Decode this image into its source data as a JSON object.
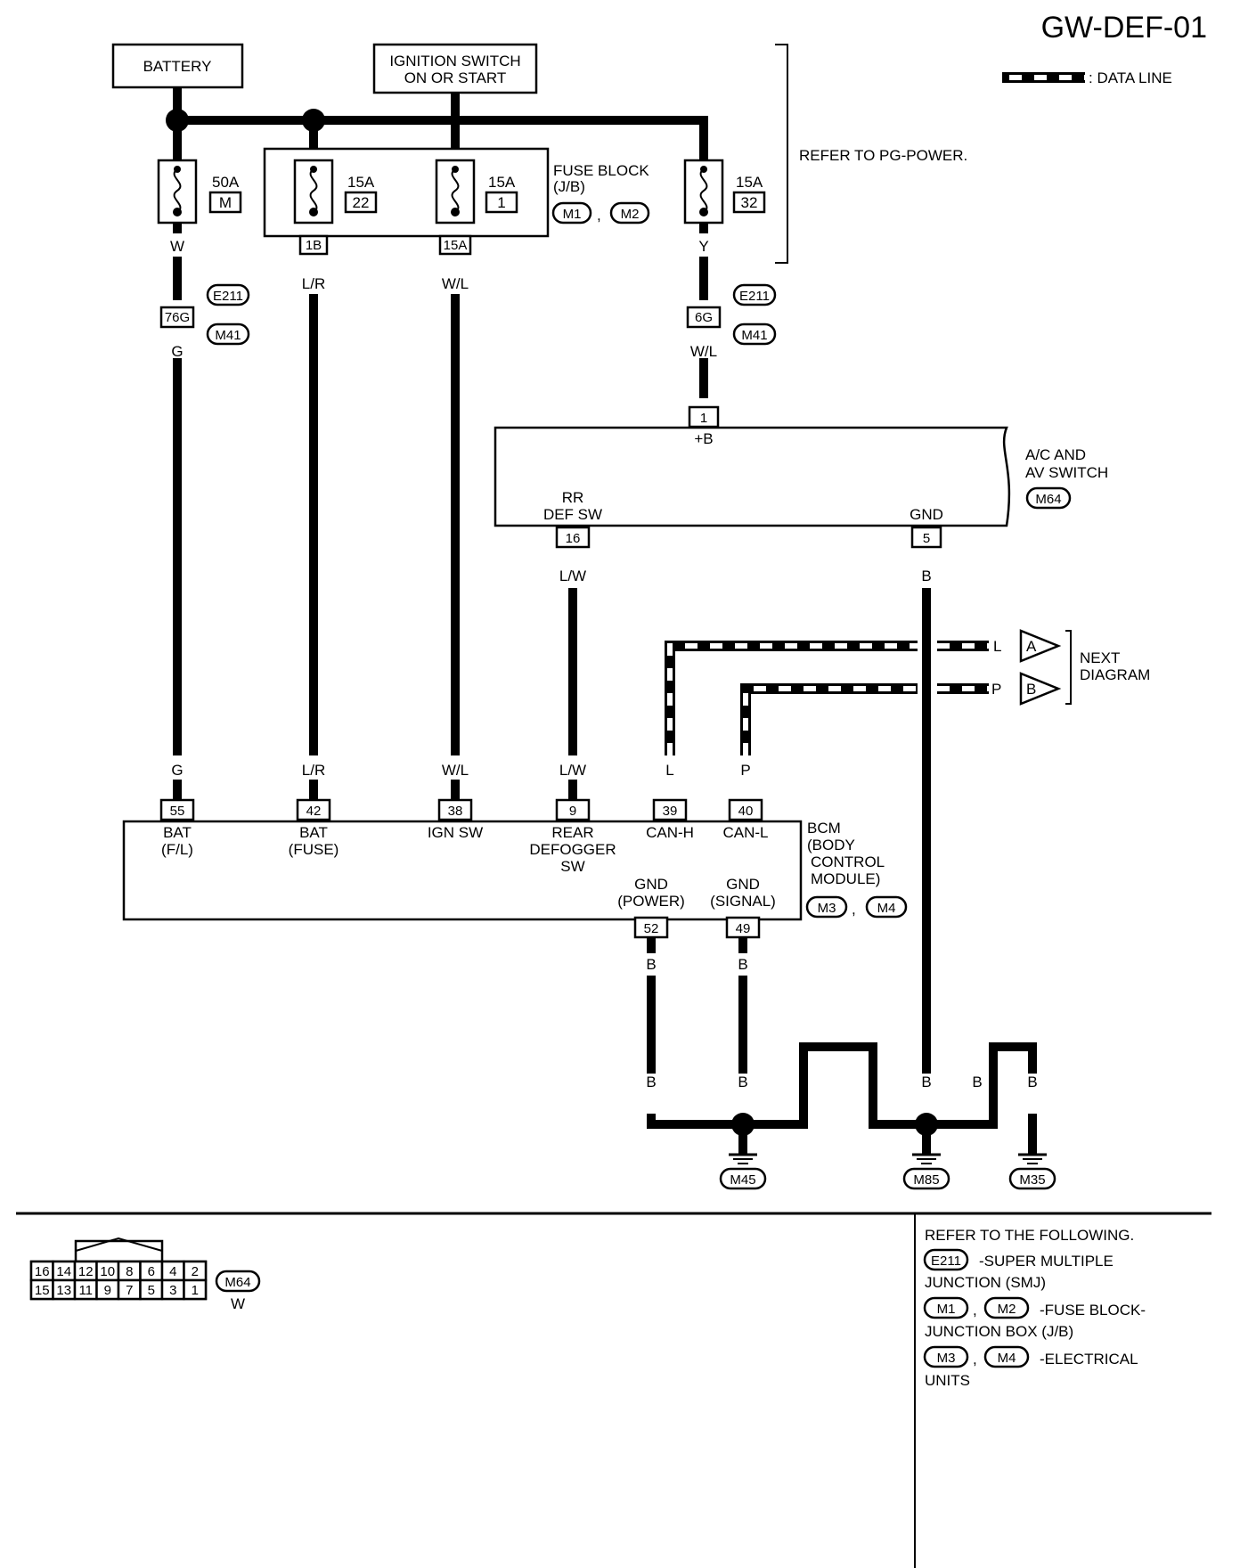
{
  "diagram_id": "GW-DEF-01",
  "legend": {
    "data_line": ": DATA LINE"
  },
  "power": {
    "battery": "BATTERY",
    "ignition_line1": "IGNITION SWITCH",
    "ignition_line2": "ON OR START",
    "refer": "REFER TO PG-POWER."
  },
  "fuses": {
    "f1_amp": "50A",
    "f1_id": "M",
    "f1_wire": "W",
    "f2_amp": "15A",
    "f2_id": "22",
    "f2_conn": "1B",
    "f2_wire": "L/R",
    "f3_amp": "15A",
    "f3_id": "1",
    "f3_conn": "15A",
    "f3_wire": "W/L",
    "f4_amp": "15A",
    "f4_id": "32",
    "f4_wire": "Y",
    "block_line1": "FUSE BLOCK",
    "block_line2": "(J/B)",
    "block_conn1": "M1",
    "block_conn2": "M2",
    "comma": ","
  },
  "junctions": {
    "left_pin": "76G",
    "left_top": "E211",
    "left_bot": "M41",
    "left_wire": "G",
    "right_pin": "6G",
    "right_top": "E211",
    "right_bot": "M41",
    "right_wire": "W/L"
  },
  "ac_switch": {
    "name_line1": "A/C AND",
    "name_line2": "AV SWITCH",
    "conn": "M64",
    "pin_b": "1",
    "pin_b_label": "+B",
    "pin_def": "16",
    "pin_def_label1": "RR",
    "pin_def_label2": "DEF SW",
    "def_wire": "L/W",
    "pin_gnd": "5",
    "pin_gnd_label": "GND",
    "gnd_wire": "B"
  },
  "next": {
    "a_wire": "L",
    "a_letter": "A",
    "b_wire": "P",
    "b_letter": "B",
    "label1": "NEXT",
    "label2": "DIAGRAM"
  },
  "bcm": {
    "name1": "BCM",
    "name2": "(BODY",
    "name3": "CONTROL",
    "name4": "MODULE)",
    "conn1": "M3",
    "conn2": "M4",
    "pins": [
      {
        "pin": "55",
        "wire": "G",
        "label1": "BAT",
        "label2": "(F/L)",
        "label3": ""
      },
      {
        "pin": "42",
        "wire": "L/R",
        "label1": "BAT",
        "label2": "(FUSE)",
        "label3": ""
      },
      {
        "pin": "38",
        "wire": "W/L",
        "label1": "IGN SW",
        "label2": "",
        "label3": ""
      },
      {
        "pin": "9",
        "wire": "L/W",
        "label1": "REAR",
        "label2": "DEFOGGER",
        "label3": "SW"
      },
      {
        "pin": "39",
        "wire": "L",
        "label1": "CAN-H",
        "label2": "",
        "label3": ""
      },
      {
        "pin": "40",
        "wire": "P",
        "label1": "CAN-L",
        "label2": "",
        "label3": ""
      }
    ],
    "gnd_power1": "GND",
    "gnd_power2": "(POWER)",
    "gnd_power_pin": "52",
    "gnd_signal1": "GND",
    "gnd_signal2": "(SIGNAL)",
    "gnd_signal_pin": "49"
  },
  "grounds": {
    "wire": "B",
    "g1": "M45",
    "g2": "M85",
    "g3": "M35"
  },
  "connector_view": {
    "top_row": [
      "16",
      "14",
      "12",
      "10",
      "8",
      "6",
      "4",
      "2"
    ],
    "bottom_row": [
      "15",
      "13",
      "11",
      "9",
      "7",
      "5",
      "3",
      "1"
    ],
    "id": "M64",
    "color": "W"
  },
  "refer_list": {
    "heading": "REFER TO THE FOLLOWING.",
    "r1_conn": "E211",
    "r1_text1": "-SUPER MULTIPLE",
    "r1_text2": "JUNCTION (SMJ)",
    "r2_conn1": "M1",
    "r2_conn2": "M2",
    "r2_text1": "-FUSE BLOCK-",
    "r2_text2": "JUNCTION BOX (J/B)",
    "r3_conn1": "M3",
    "r3_conn2": "M4",
    "r3_text1": "-ELECTRICAL",
    "r3_text2": "UNITS",
    "comma": ","
  }
}
